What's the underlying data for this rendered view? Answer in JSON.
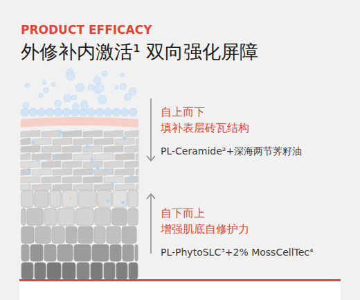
{
  "diagram": {
    "title": "外修补内激活¹ 双向强化屏障",
    "labels": [
      "PRODUCT EFFICACY",
      "自上而下",
      "填补表层砖瓦结构",
      "PL-Ceramide²+深海两节荠籽油",
      "自下而上",
      "增强肌底自修护力",
      "PL-PhytoSLC³+2% MossCellTec⁴"
    ]
  }
}
